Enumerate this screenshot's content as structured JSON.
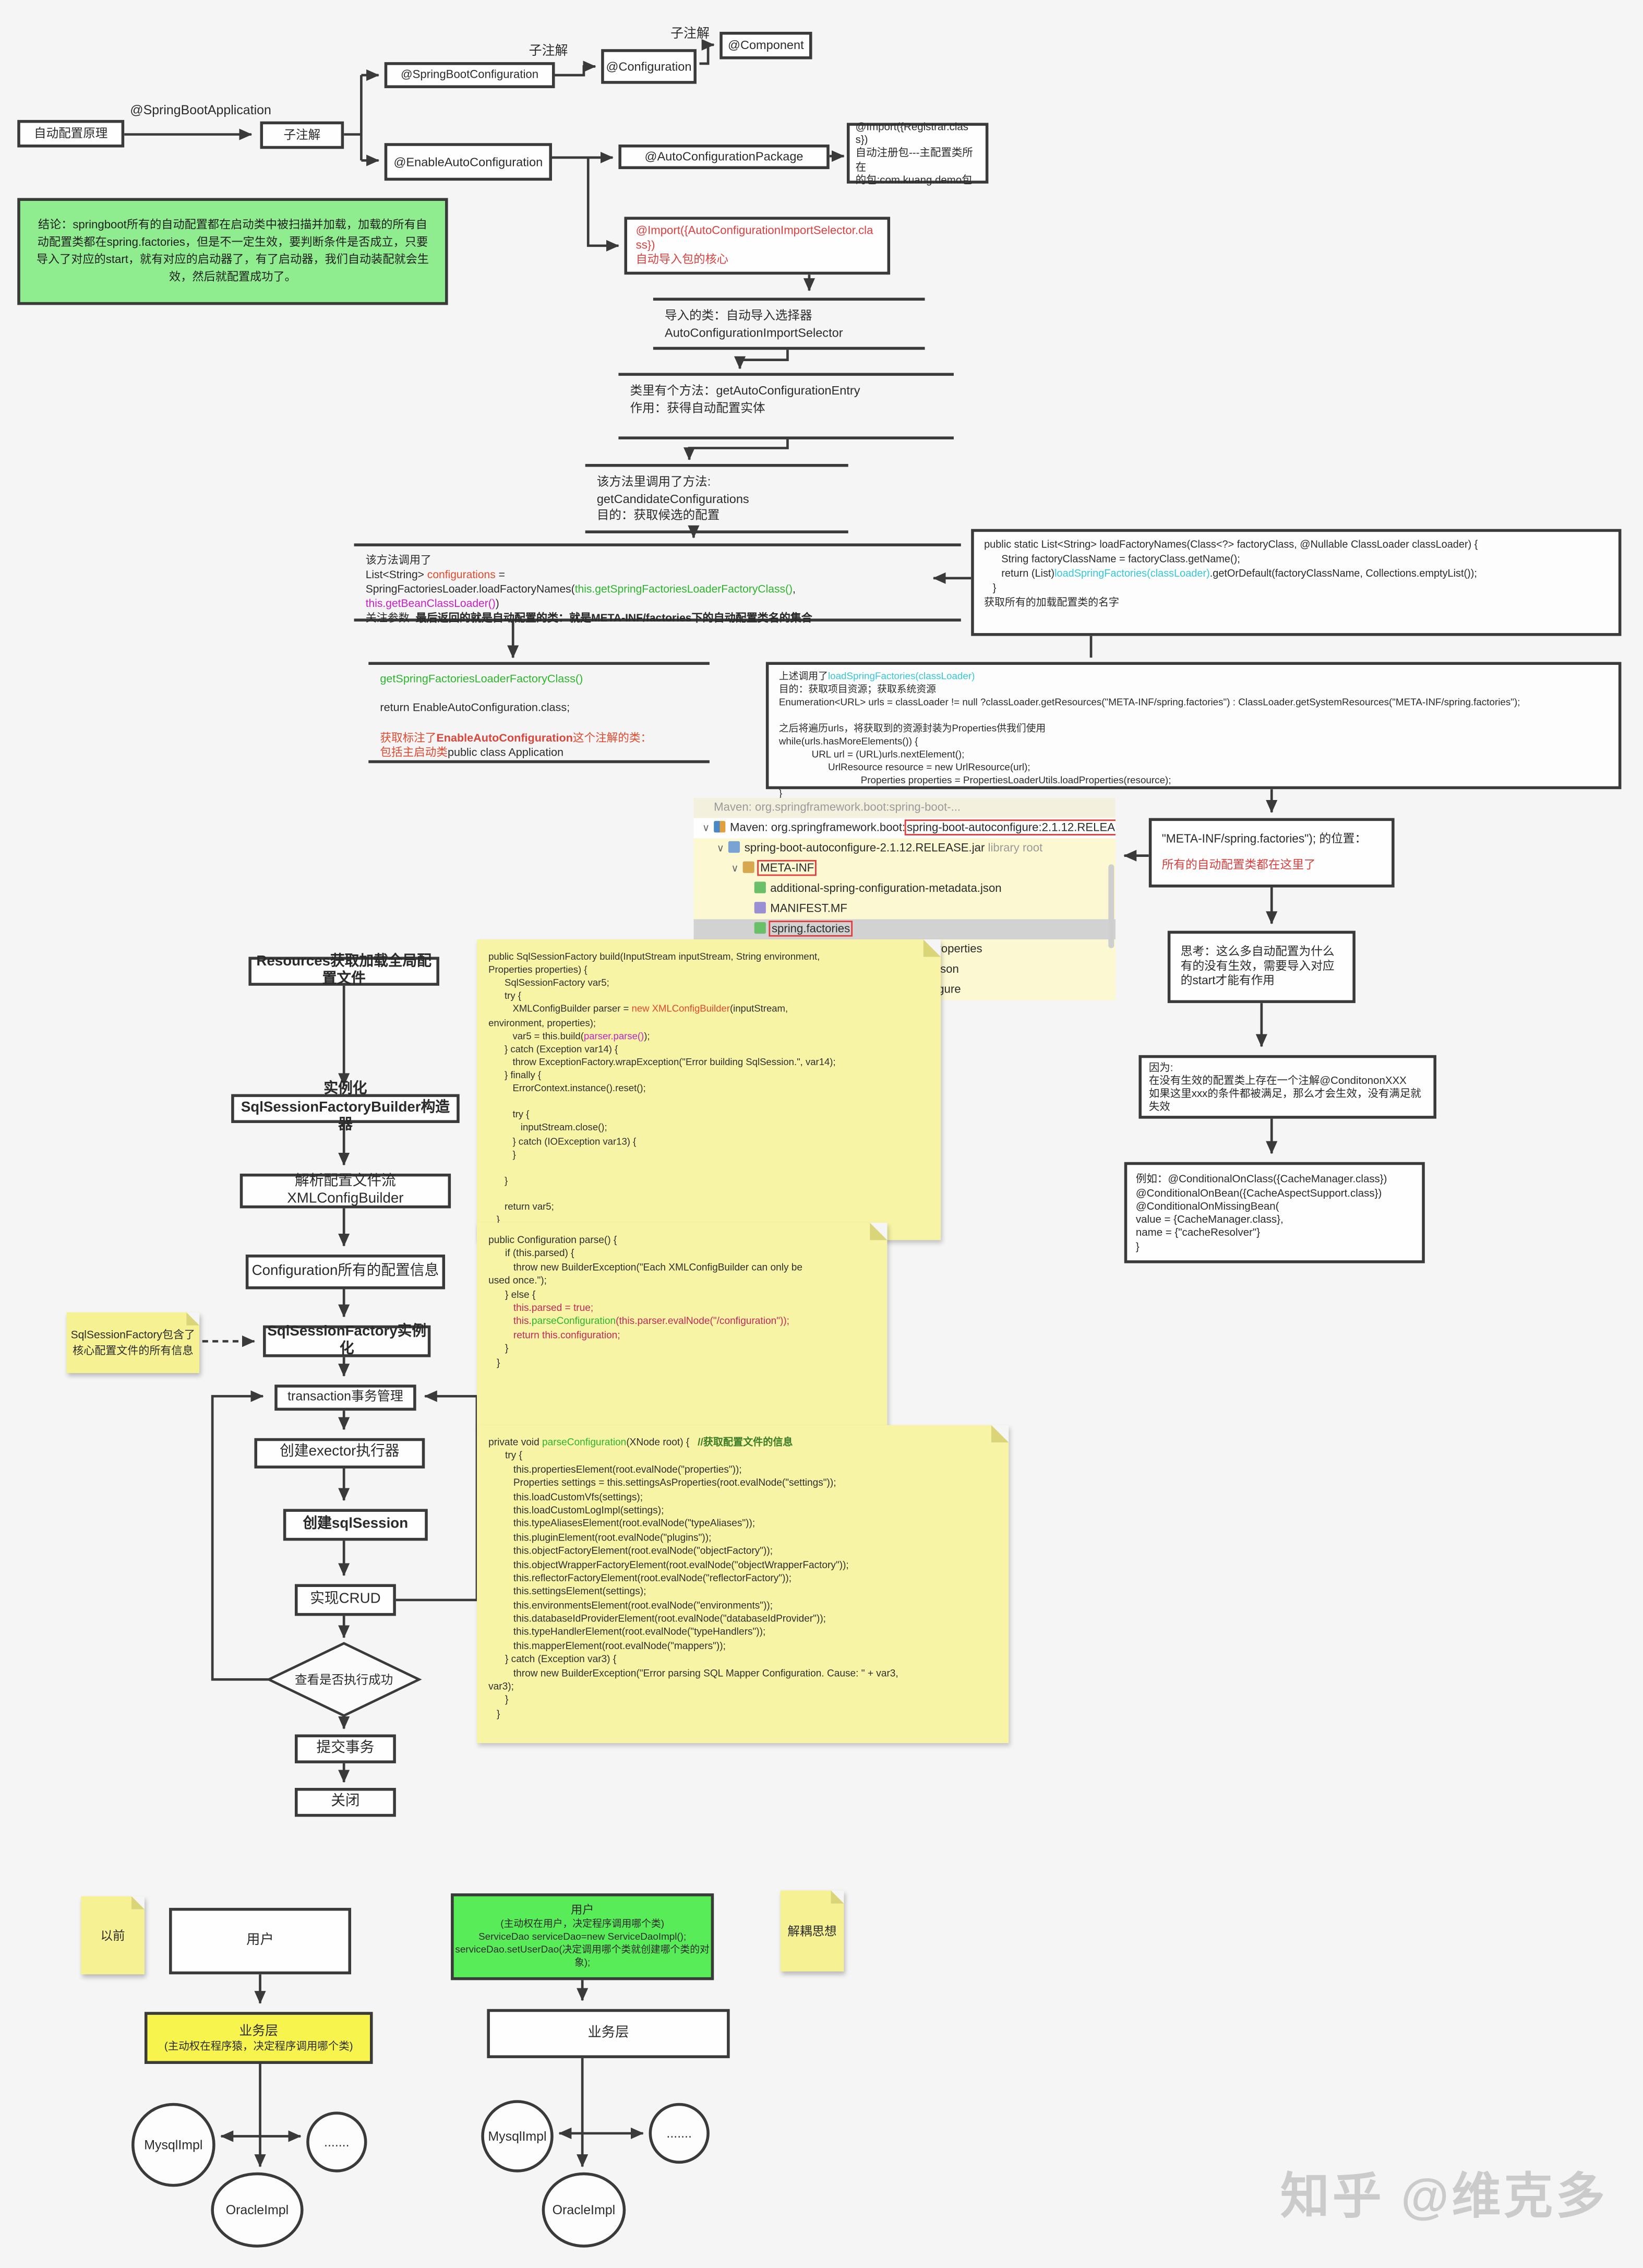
{
  "top": {
    "origin": "自动配置原理",
    "edge_sba": "@SpringBootApplication",
    "sub_box": "子注解",
    "edge_sub2": "子注解",
    "edge_sub3": "子注解",
    "sbc": "@SpringBootConfiguration",
    "conf": "@Configuration",
    "comp": "@Component",
    "eac": "@EnableAutoConfiguration",
    "acp": "@AutoConfigurationPackage",
    "registrar": "@Import({Registrar.class})\n自动注册包---主配置类所在\n的包:com.kuang.demo包",
    "selector": "@Import({AutoConfigurationImportSelector.class})\n自动导入包的核心"
  },
  "conclusion": "结论：springboot所有的自动配置都在启动类中被扫描并加载，加载的所有自动配置类都在spring.factories，但是不一定生效，要判断条件是否成立，只要导入了对应的start，就有对应的启动器了，有了启动器，我们自动装配就会生效，然后就配置成功了。",
  "chain": {
    "imported_class": "导入的类：自动导入选择器\nAutoConfigurationImportSelector",
    "entry_method": "类里有个方法：getAutoConfigurationEntry\n作用：获得自动配置实体",
    "candidate": "该方法里调用了方法:\ngetCandidateConfigurations\n目的：获取候选的配置",
    "load_call": [
      {
        "t": "该方法调用了\nList<String> "
      },
      {
        "t": "configurations",
        "c": "red"
      },
      {
        "t": " =\nSpringFactoriesLoader.loadFactoryNames("
      },
      {
        "t": "this.getSpringFactoriesLoaderFactoryClass()",
        "c": "green"
      },
      {
        "t": ",\n"
      },
      {
        "t": "this.getBeanClassLoader()",
        "c": "magenta"
      },
      {
        "t": ")\n关注参数  "
      },
      {
        "t": "最后返回的就是自动配置的类：就是META-INF/factories下的自动配置类名的集合",
        "c": "bold"
      }
    ],
    "get_factory_class": [
      {
        "t": "getSpringFactoriesLoaderFactoryClass()",
        "c": "green"
      },
      {
        "t": "\n\nreturn EnableAutoConfiguration.class;\n\n"
      },
      {
        "t": "获取标注了",
        "c": "red"
      },
      {
        "t": "EnableAutoConfiguration",
        "c": "redbold"
      },
      {
        "t": "这个注解的类：\n包括主启动类",
        "c": "red"
      },
      {
        "t": "public class Application"
      }
    ]
  },
  "code_load_factory_names": [
    {
      "t": "public static List<String> loadFactoryNames(Class<?> factoryClass, @Nullable ClassLoader classLoader) {\n      String factoryClassName = factoryClass.getName();\n      return (List)"
    },
    {
      "t": "loadSpringFactories(classLoader)",
      "c": "cyan"
    },
    {
      "t": ".getOrDefault(factoryClassName, Collections.emptyList());\n   }\n获取所有的加载配置类的名字"
    }
  ],
  "code_load_spring_factories": [
    {
      "t": "上述调用了"
    },
    {
      "t": "loadSpringFactories(classLoader)",
      "c": "cyan"
    },
    {
      "t": "\n目的：获取项目资源；获取系统资源\nEnumeration<URL> urls = classLoader != null ?classLoader.getResources(\"META-INF/spring.factories\") : ClassLoader.getSystemResources(\"META-INF/spring.factories\");\n\n之后将遍历urls，将获取到的资源封装为Properties供我们使用\nwhile(urls.hasMoreElements()) {\n            URL url = (URL)urls.nextElement();\n                  UrlResource resource = new UrlResource(url);\n                              Properties properties = PropertiesLoaderUtils.loadProperties(resource);\n}"
    }
  ],
  "maven": {
    "partial": "Maven: org.springframework.boot:spring-boot-...",
    "row1_pre": "Maven: org.springframework.boot:",
    "row1_red": "spring-boot-autoconfigure:2.1.12.RELEASE",
    "row2_text": "spring-boot-autoconfigure-2.1.12.RELEASE.jar",
    "row2_suffix": "library root",
    "row3_red": "META-INF",
    "row4_text": "additional-spring-configuration-metadata.json",
    "row5_text": "MANIFEST.MF",
    "row6_red": "spring.factories",
    "row7_text": "spring-autoconfigure-metadata.properties",
    "row8_text": "ta.json",
    "row9_text": "onfigure",
    "chevron": "∨"
  },
  "right_col": {
    "loc_title": "\"META-INF/spring.factories\"); 的位置：",
    "loc_red": "所有的自动配置类都在这里了",
    "think": "思考：这么多自动配置为什么有的没有生效，需要导入对应的start才能有作用",
    "because": "因为:\n在没有生效的配置类上存在一个注解@ConditononXXX\n如果这里xxx的条件都被满足，那么才会生效，没有满足就失效",
    "example": "例如：@ConditionalOnClass({CacheManager.class})\n@ConditionalOnBean({CacheAspectSupport.class})\n@ConditionalOnMissingBean(\n        value = {CacheManager.class},\n    name = {\"cacheResolver\"}\n}"
  },
  "flow": {
    "f1": "Resources获取加载全局配置文件",
    "f2": "实例化SqlSessionFactoryBuilder构造器",
    "f3": "解析配置文件流XMLConfigBuilder",
    "f4": "Configuration所有的配置信息",
    "f5": "SqlSessionFactory实例化",
    "f6": "transaction事务管理",
    "f7": "创建exector执行器",
    "f8": "创建sqlSession",
    "f9": "实现CRUD",
    "diamond": "查看是否执行成功",
    "f11": "提交事务",
    "f12": "关闭",
    "note": "SqlSessionFactory包含了\n核心配置文件的所有信息"
  },
  "notes": {
    "build": [
      {
        "t": "public SqlSessionFactory build(InputStream inputStream, String environment,\nProperties properties) {\n      SqlSessionFactory var5;\n      try {\n         XMLConfigBuilder parser = "
      },
      {
        "t": "new XMLConfigBuilder",
        "c": "red"
      },
      {
        "t": "(inputStream,\nenvironment, properties);\n         var5 = this.build("
      },
      {
        "t": "parser.parse()",
        "c": "magenta"
      },
      {
        "t": ");\n      } catch (Exception var14) {\n         throw ExceptionFactory.wrapException(\"Error building SqlSession.\", var14);\n      } finally {\n         ErrorContext.instance().reset();\n\n         try {\n            inputStream.close();\n         } catch (IOException var13) {\n         }\n\n      }\n\n      return var5;\n   }"
      }
    ],
    "parse": [
      {
        "t": "public Configuration parse() {\n      if (this.parsed) {\n         throw new BuilderException(\"Each XMLConfigBuilder can only be\nused once.\");\n      } else {\n         "
      },
      {
        "t": "this.parsed = true;",
        "c": "crimson"
      },
      {
        "t": "\n         "
      },
      {
        "t": "this.",
        "c": "crimson"
      },
      {
        "t": "parseConfiguration",
        "c": "green"
      },
      {
        "t": "(this.parser.evalNode(\"/configuration\"));",
        "c": "crimson"
      },
      {
        "t": "\n         "
      },
      {
        "t": "return this.configuration;",
        "c": "crimson"
      },
      {
        "t": "\n      }\n   }"
      }
    ],
    "parse_config": [
      {
        "t": "private void "
      },
      {
        "t": "parseConfiguration",
        "c": "green"
      },
      {
        "t": "(XNode root) {   "
      },
      {
        "t": "//获取配置文件的信息",
        "c": "comment"
      },
      {
        "t": "\n      try {\n         this.propertiesElement(root.evalNode(\"properties\"));\n         Properties settings = this.settingsAsProperties(root.evalNode(\"settings\"));\n         this.loadCustomVfs(settings);\n         this.loadCustomLogImpl(settings);\n         this.typeAliasesElement(root.evalNode(\"typeAliases\"));\n         this.pluginElement(root.evalNode(\"plugins\"));\n         this.objectFactoryElement(root.evalNode(\"objectFactory\"));\n         this.objectWrapperFactoryElement(root.evalNode(\"objectWrapperFactory\"));\n         this.reflectorFactoryElement(root.evalNode(\"reflectorFactory\"));\n         this.settingsElement(settings);\n         this.environmentsElement(root.evalNode(\"environments\"));\n         this.databaseIdProviderElement(root.evalNode(\"databaseIdProvider\"));\n         this.typeHandlerElement(root.evalNode(\"typeHandlers\"));\n         this.mapperElement(root.evalNode(\"mappers\"));\n      } catch (Exception var3) {\n         throw new BuilderException(\"Error parsing SQL Mapper Configuration. Cause: \" + var3,\nvar3);\n      }\n   }"
      }
    ]
  },
  "bottom": {
    "before_label": "以前",
    "before_user": "用户",
    "before_service_title": "业务层",
    "before_service_sub": "(主动权在程序猿，决定程序调用哪个类)",
    "after_user_title": "用户",
    "after_user_body": "(主动权在用户，决定程序调用哪个类)\nServiceDao serviceDao=new ServiceDaoImpl();\nserviceDao.setUserDao(决定调用哪个类就创建哪个类的对象);",
    "after_service": "业务层",
    "mysql": "MysqlImpl",
    "dots": ".......",
    "oracle": "OracleImpl",
    "decouple": "解耦思想"
  },
  "watermark": "知乎 @维克多"
}
